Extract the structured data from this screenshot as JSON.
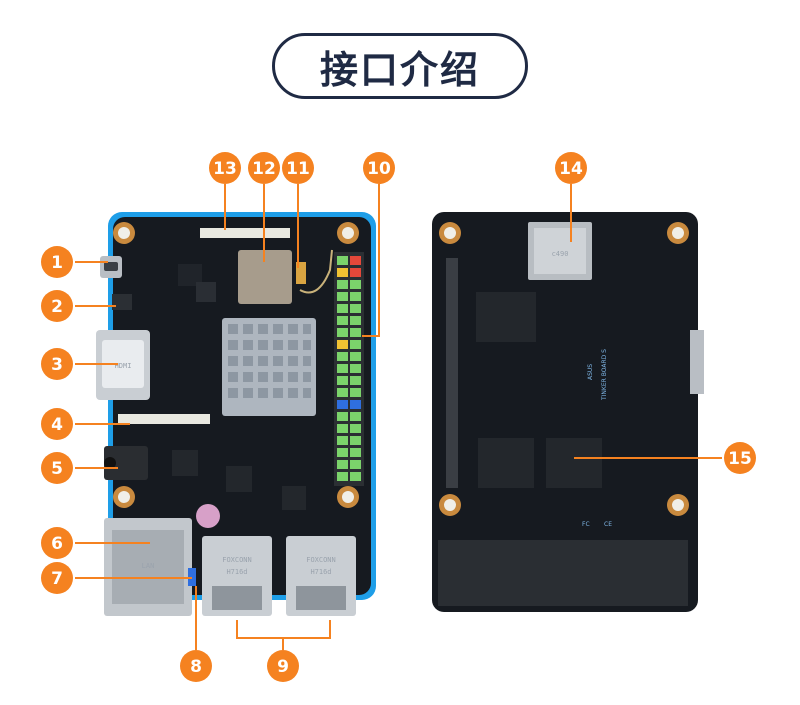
{
  "title": "接口介绍",
  "colors": {
    "badge": "#f58220",
    "pcb": "#161a20",
    "pcb_edge": "#1e9ee8",
    "title_border": "#1f2a44",
    "leader": "#f58220"
  },
  "front_badges": [
    "1",
    "2",
    "3",
    "4",
    "5",
    "6",
    "7",
    "8",
    "9",
    "10",
    "11",
    "12",
    "13"
  ],
  "back_badges": [
    "14",
    "15"
  ],
  "front_board": {
    "hdmi_mark": "HDMI",
    "usb_labels": [
      "FOXCONN",
      "H716d",
      "FOXCONN",
      "H716d"
    ],
    "lan_mark": "LAN"
  },
  "back_board": {
    "brand": "ASUS",
    "model": "TINKER BOARD S",
    "sd_mark": "c490",
    "fcc": "FC",
    "ce": "CE"
  }
}
